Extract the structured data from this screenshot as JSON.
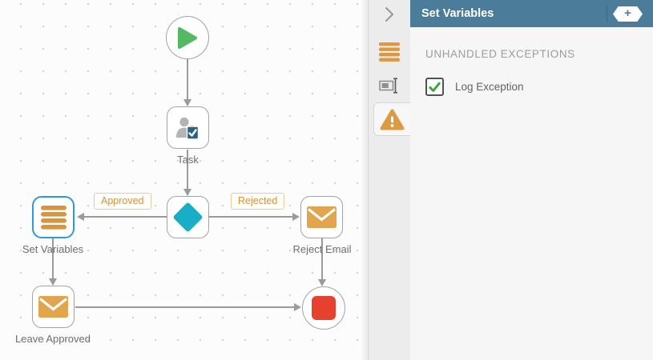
{
  "panel": {
    "title": "Set Variables",
    "add_icon": "+",
    "section_title": "UNHANDLED EXCEPTIONS",
    "checkbox": {
      "label": "Log Exception",
      "checked": true
    },
    "tabs": [
      {
        "name": "variables",
        "icon": "stacked-bars-icon",
        "active": false
      },
      {
        "name": "rename",
        "icon": "rename-field-icon",
        "active": false
      },
      {
        "name": "exceptions",
        "icon": "warning-triangle-icon",
        "active": true
      }
    ]
  },
  "canvas": {
    "nodes": [
      {
        "id": "start",
        "type": "start",
        "label": ""
      },
      {
        "id": "task",
        "type": "user-task",
        "label": "Task"
      },
      {
        "id": "decision",
        "type": "decision",
        "label": ""
      },
      {
        "id": "set-variables",
        "type": "set-variables",
        "label": "Set Variables",
        "selected": true
      },
      {
        "id": "reject-email",
        "type": "email",
        "label": "Reject Email"
      },
      {
        "id": "leave-approved",
        "type": "email",
        "label": "Leave Approved"
      },
      {
        "id": "end",
        "type": "end",
        "label": ""
      }
    ],
    "edges": [
      {
        "from": "start",
        "to": "task",
        "label": ""
      },
      {
        "from": "task",
        "to": "decision",
        "label": ""
      },
      {
        "from": "decision",
        "to": "set-variables",
        "label": "Approved"
      },
      {
        "from": "decision",
        "to": "reject-email",
        "label": "Rejected"
      },
      {
        "from": "set-variables",
        "to": "leave-approved",
        "label": ""
      },
      {
        "from": "leave-approved",
        "to": "end",
        "label": ""
      },
      {
        "from": "reject-email",
        "to": "end",
        "label": ""
      }
    ],
    "colors": {
      "start_green": "#55b964",
      "decision_teal": "#19aec6",
      "end_red": "#e6402f",
      "accent_orange": "#dd9a40",
      "selection_blue": "#2e9ade",
      "edge_gray": "#9a9a9a",
      "edge_label_orange": "#d8913c",
      "header_teal": "#4b7d9a"
    }
  }
}
